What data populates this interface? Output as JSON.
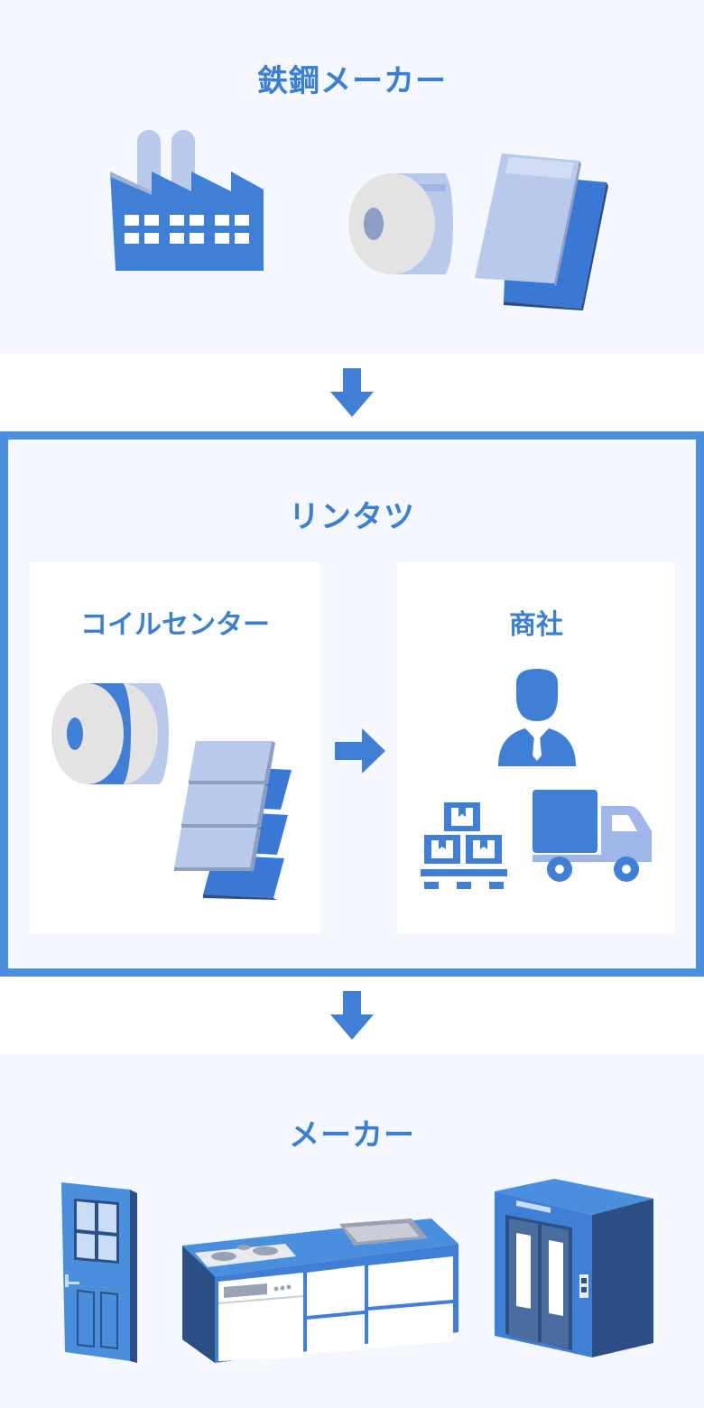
{
  "sections": {
    "steel_maker": {
      "title": "鉄鋼メーカー"
    },
    "rintatsu": {
      "title": "リンタツ",
      "coil_center": {
        "title": "コイルセンター"
      },
      "trading": {
        "title": "商社"
      }
    },
    "maker": {
      "title": "メーカー"
    }
  },
  "icons": [
    "factory-icon",
    "steel-coil-icon",
    "steel-sheet-icon",
    "coil-stack-icon",
    "sheet-stack-icon",
    "businessman-icon",
    "pallet-boxes-icon",
    "truck-icon",
    "door-icon",
    "kitchen-counter-icon",
    "elevator-icon",
    "arrow-down-icon",
    "arrow-right-icon"
  ],
  "colors": {
    "accent": "#3b7fd4",
    "panel_bg": "#f4f8fe",
    "border": "#4a8fde",
    "light_blue": "#b8c9ec",
    "dark_blue": "#2c4f86"
  }
}
